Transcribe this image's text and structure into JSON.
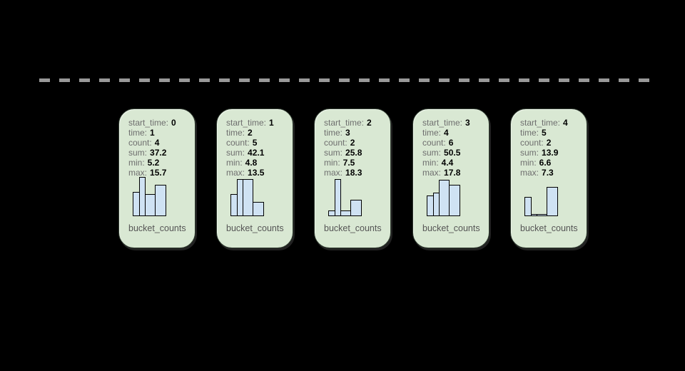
{
  "background": "#000000",
  "timeline": {
    "kind": "dashed-horizontal-line",
    "color": "#999999"
  },
  "colors": {
    "card_fill": "#d9e8d3",
    "card_border": "#2f3b2f",
    "bar_fill": "#cfe2f3",
    "bar_border": "#000000",
    "key_text": "#6e6e6e",
    "value_text": "#000000",
    "label_text": "#555555",
    "dash_color": "#999999"
  },
  "cards": [
    {
      "fields": [
        {
          "key": "start_time:",
          "value": "0"
        },
        {
          "key": "time:",
          "value": "1"
        },
        {
          "key": "count:",
          "value": "4"
        },
        {
          "key": "sum:",
          "value": "37.2"
        },
        {
          "key": "min:",
          "value": "5.2"
        },
        {
          "key": "max:",
          "value": "15.7"
        }
      ],
      "histogram": {
        "type": "bar",
        "values": [
          34,
          55,
          31,
          44
        ],
        "widths": [
          10,
          9,
          15,
          16
        ]
      },
      "label": "bucket_counts"
    },
    {
      "fields": [
        {
          "key": "start_time:",
          "value": "1"
        },
        {
          "key": "time:",
          "value": "2"
        },
        {
          "key": "count:",
          "value": "5"
        },
        {
          "key": "sum:",
          "value": "42.1"
        },
        {
          "key": "min:",
          "value": "4.8"
        },
        {
          "key": "max:",
          "value": "13.5"
        }
      ],
      "histogram": {
        "type": "bar",
        "values": [
          31,
          52,
          52,
          20
        ],
        "widths": [
          10,
          9,
          15,
          16
        ]
      },
      "label": "bucket_counts"
    },
    {
      "fields": [
        {
          "key": "start_time:",
          "value": "2"
        },
        {
          "key": "time:",
          "value": "3"
        },
        {
          "key": "count:",
          "value": "2"
        },
        {
          "key": "sum:",
          "value": "25.8"
        },
        {
          "key": "min:",
          "value": "7.5"
        },
        {
          "key": "max:",
          "value": "18.3"
        }
      ],
      "histogram": {
        "type": "bar",
        "values": [
          8,
          52,
          8,
          23
        ],
        "widths": [
          10,
          9,
          15,
          16
        ]
      },
      "label": "bucket_counts"
    },
    {
      "fields": [
        {
          "key": "start_time:",
          "value": "3"
        },
        {
          "key": "time:",
          "value": "4"
        },
        {
          "key": "count:",
          "value": "6"
        },
        {
          "key": "sum:",
          "value": "50.5"
        },
        {
          "key": "min:",
          "value": "4.4"
        },
        {
          "key": "max:",
          "value": "17.8"
        }
      ],
      "histogram": {
        "type": "bar",
        "values": [
          29,
          33,
          51,
          44
        ],
        "widths": [
          10,
          9,
          15,
          16
        ]
      },
      "label": "bucket_counts"
    },
    {
      "fields": [
        {
          "key": "start_time:",
          "value": "4"
        },
        {
          "key": "time:",
          "value": "5"
        },
        {
          "key": "count:",
          "value": "2"
        },
        {
          "key": "sum:",
          "value": "13.9"
        },
        {
          "key": "min:",
          "value": "6.6"
        },
        {
          "key": "max:",
          "value": "7.3"
        }
      ],
      "histogram": {
        "type": "bar",
        "values": [
          27,
          3,
          3,
          41
        ],
        "widths": [
          10,
          9,
          15,
          16
        ]
      },
      "label": "bucket_counts"
    }
  ],
  "chart_data": [
    {
      "type": "bar",
      "title": "bucket_counts (start_time 0)",
      "values": [
        34,
        55,
        31,
        44
      ],
      "unit": "relative bar height px",
      "axes": "none"
    },
    {
      "type": "bar",
      "title": "bucket_counts (start_time 1)",
      "values": [
        31,
        52,
        52,
        20
      ],
      "unit": "relative bar height px",
      "axes": "none"
    },
    {
      "type": "bar",
      "title": "bucket_counts (start_time 2)",
      "values": [
        8,
        52,
        8,
        23
      ],
      "unit": "relative bar height px",
      "axes": "none"
    },
    {
      "type": "bar",
      "title": "bucket_counts (start_time 3)",
      "values": [
        29,
        33,
        51,
        44
      ],
      "unit": "relative bar height px",
      "axes": "none"
    },
    {
      "type": "bar",
      "title": "bucket_counts (start_time 4)",
      "values": [
        27,
        3,
        3,
        41
      ],
      "unit": "relative bar height px",
      "axes": "none"
    }
  ]
}
